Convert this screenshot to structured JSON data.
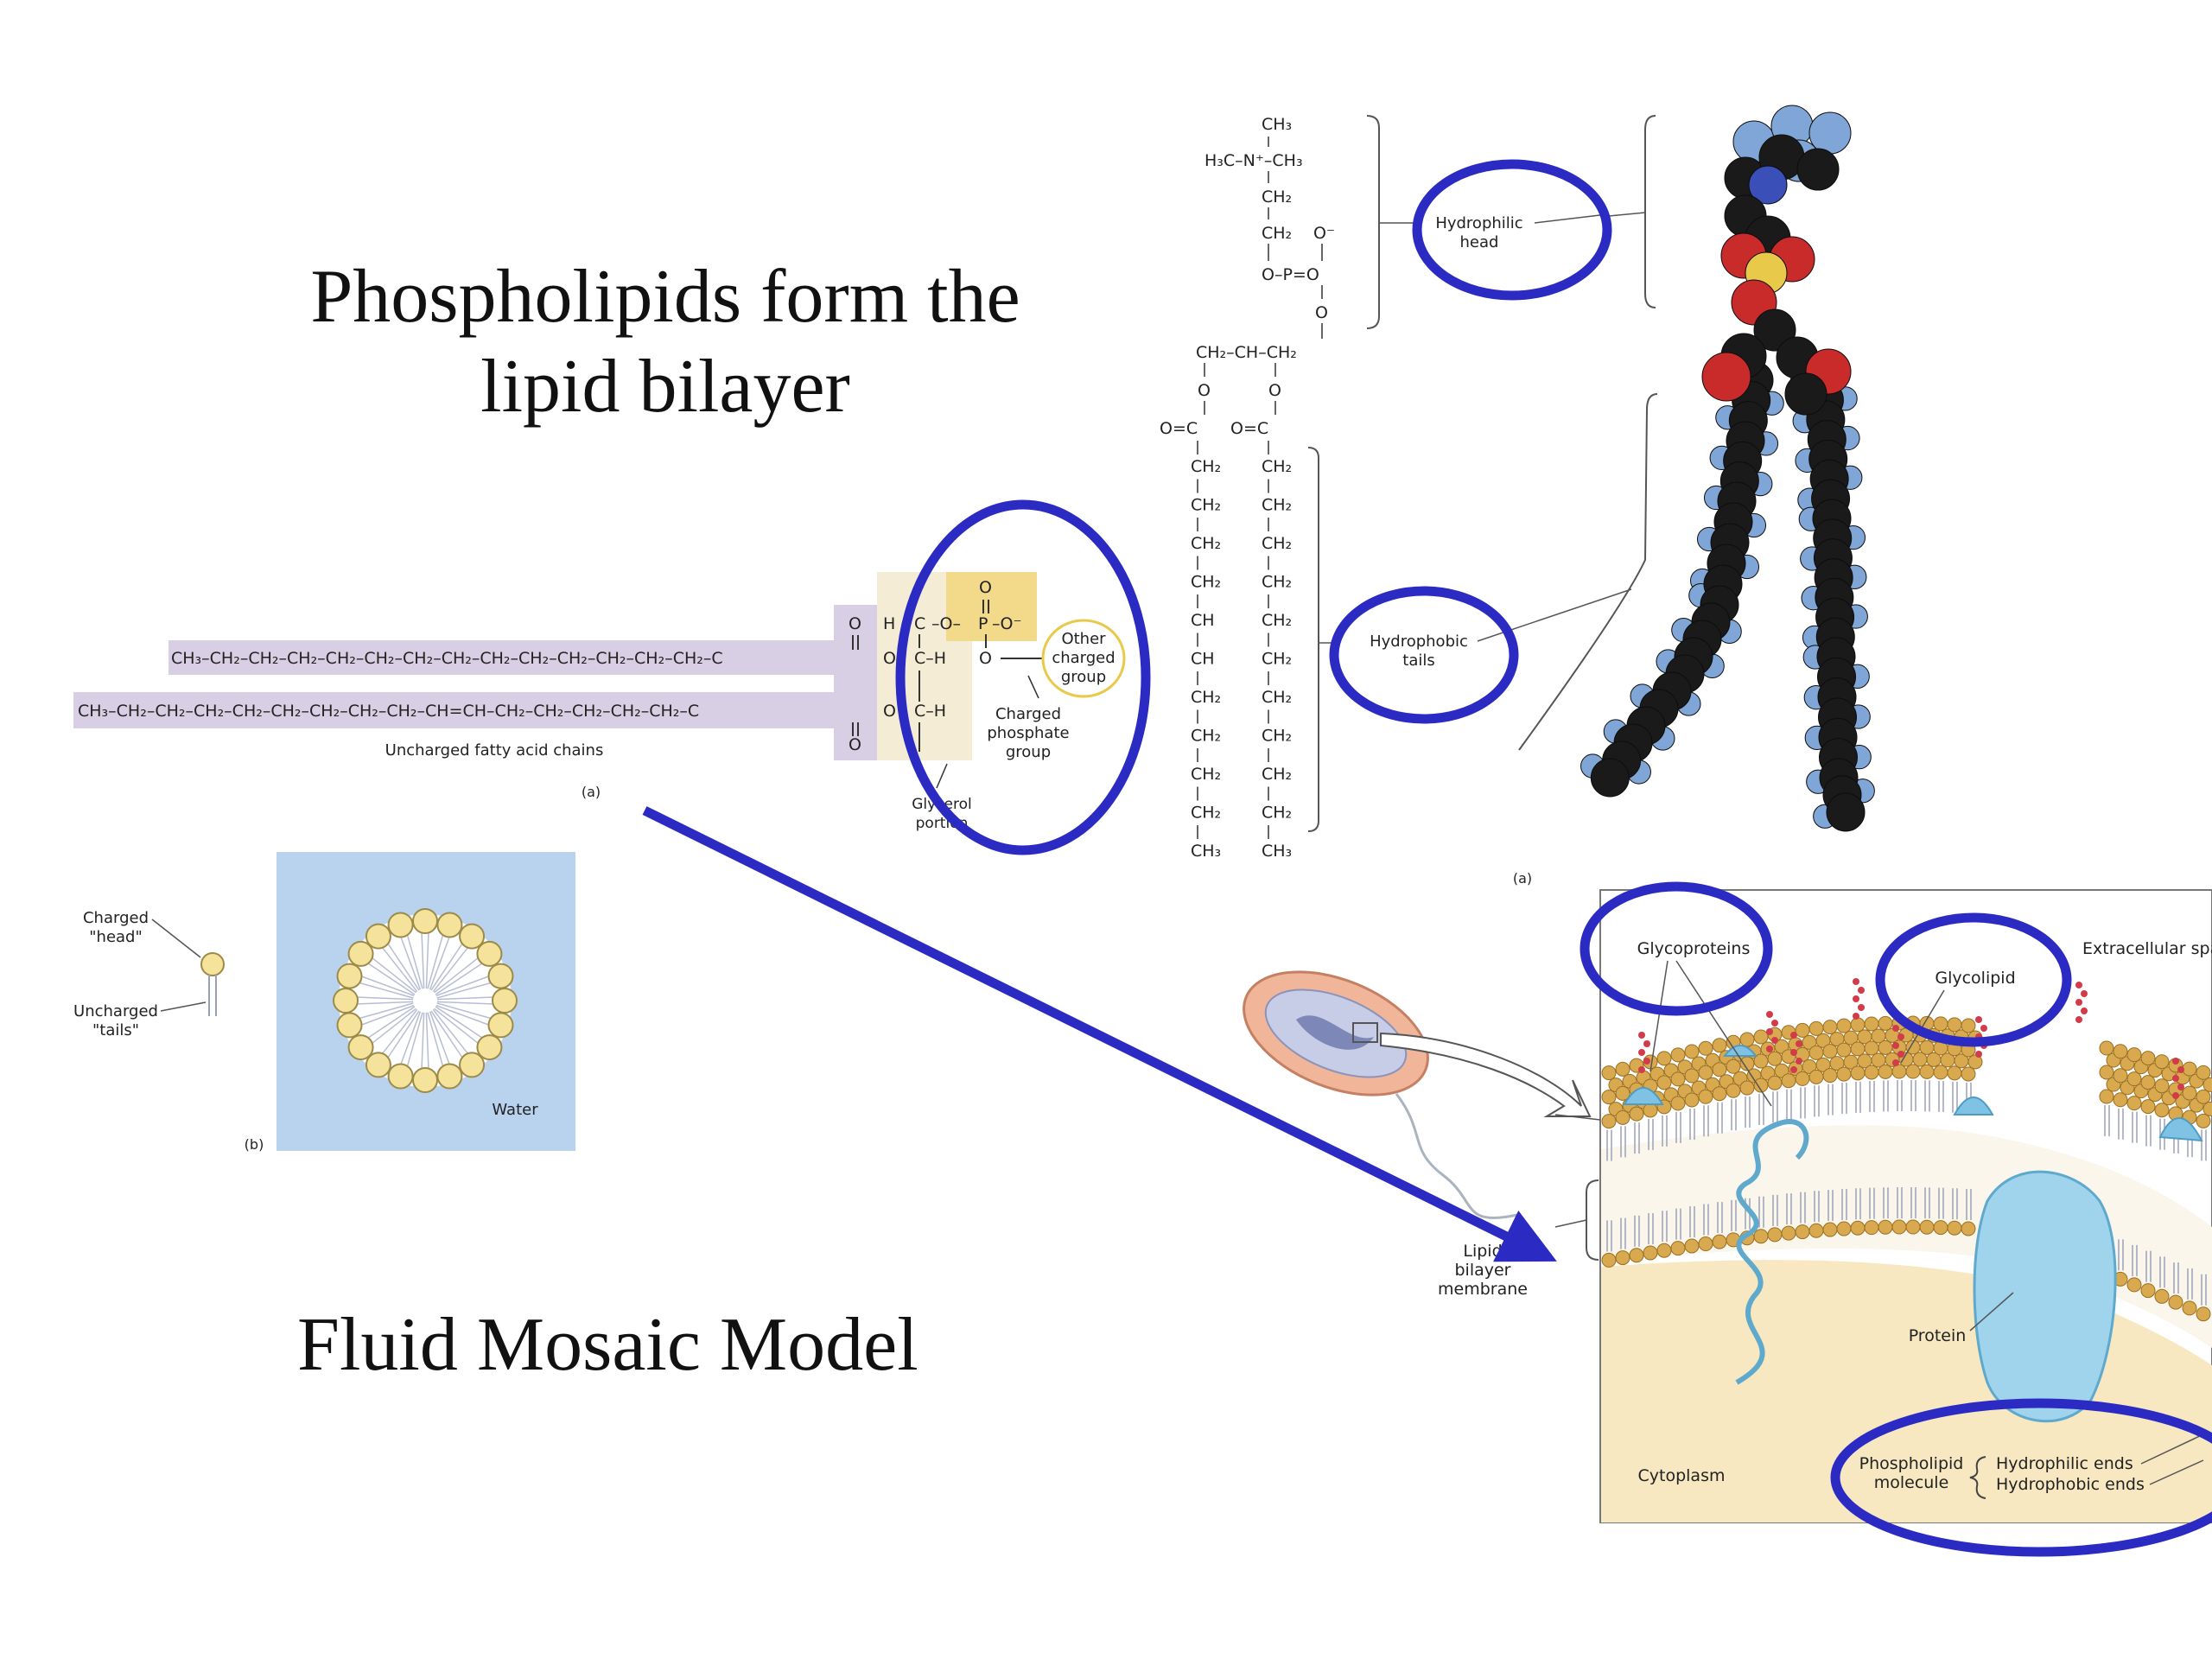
{
  "slide": {
    "title_line1": "Phospholipids form the",
    "title_line2": "lipid bilayer",
    "subtitle": "Fluid Mosaic Model"
  },
  "colors": {
    "annotation_blue": "#2b2bc4",
    "chain_band": "#d9cfe4",
    "head_band": "#f3d98a",
    "water": "#b9d3ee",
    "head_bead": "#f6e39b",
    "carbon": "#1a1a1a",
    "hydrogen": "#7fa6d6",
    "oxygen": "#c92b2b",
    "phosphorus": "#e8c94a",
    "nitrogen": "#3a4fb8",
    "cytoplasm": "#f7e8c2",
    "protein": "#9fd4ec"
  },
  "fatty_acid": {
    "chain1": "CH₃–CH₂–CH₂–CH₂–CH₂–CH₂–CH₂–CH₂–CH₂–CH₂–CH₂–CH₂–CH₂–CH₂–C",
    "chain2": "CH₃–CH₂–CH₂–CH₂–CH₂–CH₂–CH₂–CH₂–CH₂–CH=CH–CH₂–CH₂–CH₂–CH₂–CH₂–C",
    "o_top": "O",
    "o_bottom": "O",
    "ester_o1": "O",
    "ester_o2": "O",
    "glycerol_h": "H",
    "glycerol_c1": "C",
    "glycerol_c2": "C–H",
    "glycerol_c3": "C–H",
    "phosphate_o_left": "–O–",
    "phosphate_p": "P",
    "phosphate_o_minus": "–O⁻",
    "phosphate_o_top": "O",
    "phosphate_o_bottom": "O",
    "other_charged_group": [
      "Other",
      "charged",
      "group"
    ],
    "charged_phosphate_group": [
      "Charged",
      "phosphate",
      "group"
    ],
    "glycerol_portion": [
      "Glycerol",
      "portion"
    ],
    "uncharged_chains": "Uncharged fatty acid chains",
    "panel_a": "(a)"
  },
  "micelle": {
    "charged_head": [
      "Charged",
      "\"head\""
    ],
    "uncharged_tails": [
      "Uncharged",
      "\"tails\""
    ],
    "water": "Water",
    "panel_b": "(b)"
  },
  "structure": {
    "ch3_top": "CH₃",
    "n_group": "H₃C–N⁺–CH₃",
    "ch2_a": "CH₂",
    "ch2_b": "CH₂",
    "o_minus": "O⁻",
    "p_line": "O–P=O",
    "o_mid": "O",
    "glycerol": "CH₂–CH–CH₂",
    "o1": "O",
    "o2": "O",
    "carbonyl1": "O=C",
    "carbonyl2": "O=C",
    "chain_left": [
      "CH₂",
      "CH₂",
      "CH₂",
      "CH₂",
      "CH",
      "CH",
      "CH₂",
      "CH₂",
      "CH₂",
      "CH₂",
      "CH₃"
    ],
    "chain_right": [
      "CH₂",
      "CH₂",
      "CH₂",
      "CH₂",
      "CH₂",
      "CH₂",
      "CH₂",
      "CH₂",
      "CH₂",
      "CH₂",
      "CH₃"
    ],
    "hydrophilic_head": [
      "Hydrophilic",
      "head"
    ],
    "hydrophobic_tails": [
      "Hydrophobic",
      "tails"
    ],
    "panel_a": "(a)"
  },
  "membrane": {
    "glycoproteins": "Glycoproteins",
    "glycolipid": "Glycolipid",
    "extracellular_space": "Extracellular spa",
    "protein": "Protein",
    "cytoplasm": "Cytoplasm",
    "lipid_bilayer_membrane": [
      "Lipid",
      "bilayer",
      "membrane"
    ],
    "phospholipid_molecule": [
      "Phospholipid",
      "molecule"
    ],
    "hydrophilic_ends": "Hydrophilic ends",
    "hydrophobic_ends": "Hydrophobic ends"
  }
}
